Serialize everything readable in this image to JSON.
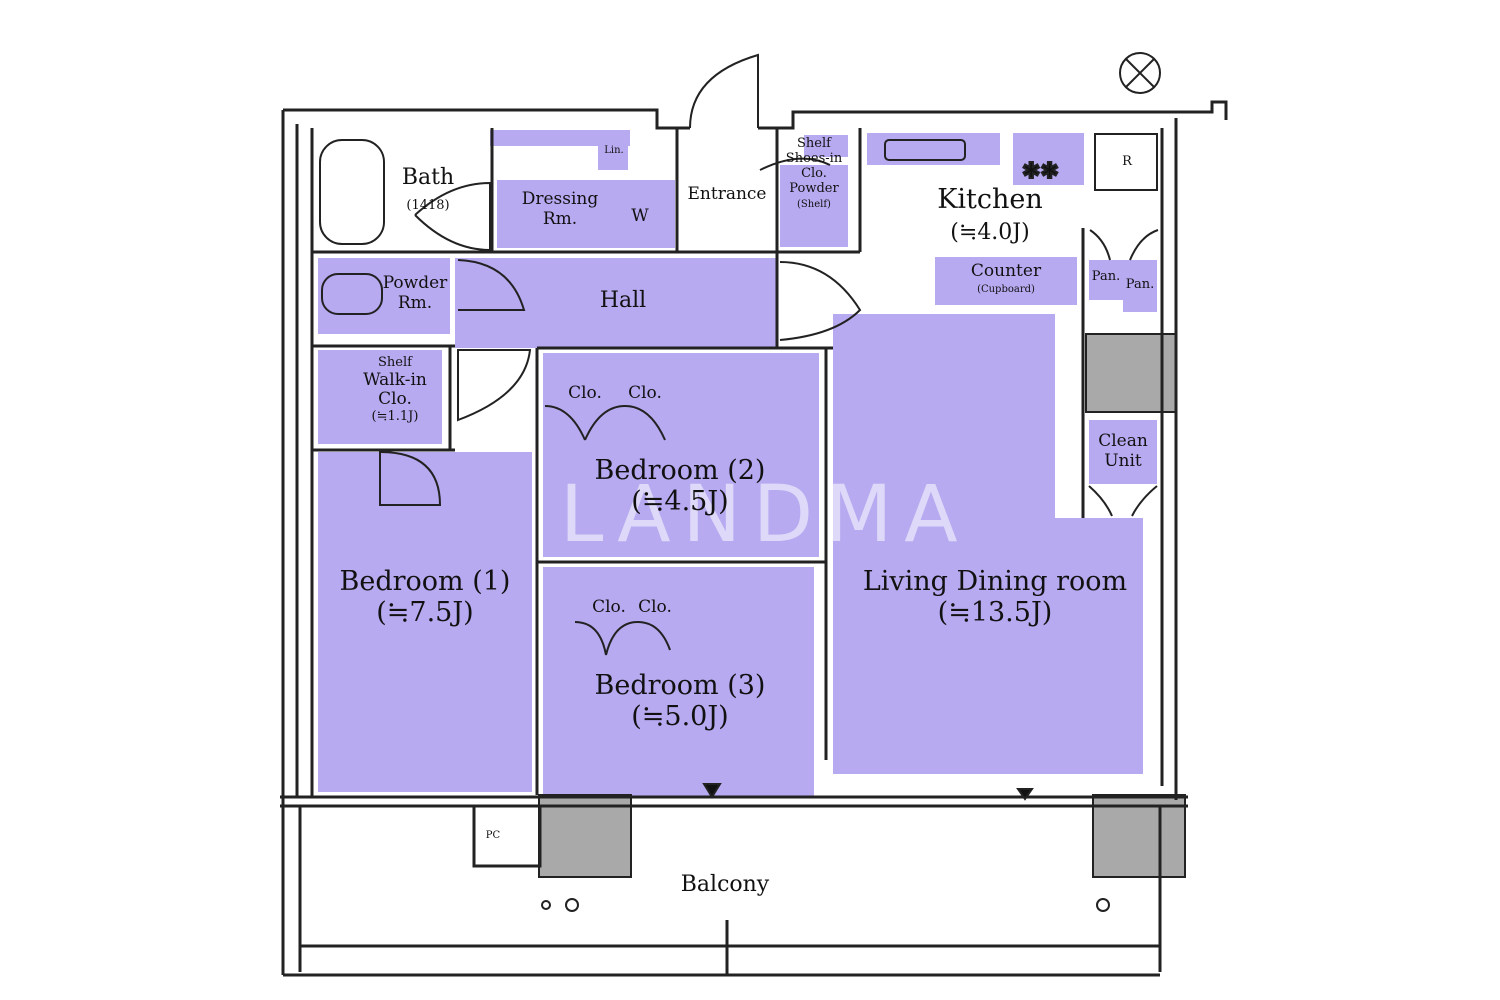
{
  "colors": {
    "room_fill": "#b7aaf0",
    "fixture_fill": "#c2b6f3",
    "wall": "#222222",
    "column": "#a9a9a9",
    "background": "#ffffff"
  },
  "watermark": "LANDMA",
  "rooms": {
    "bath": {
      "name": "Bath",
      "size": "(1418)"
    },
    "dressing": {
      "name": "Dressing",
      "sub": "Rm."
    },
    "washer": {
      "name": "W"
    },
    "linen": {
      "name": "Lin."
    },
    "entrance": {
      "name": "Entrance"
    },
    "shoes_closet": {
      "shelf": "Shelf",
      "line1": "Shoes-in",
      "line2": "Clo.",
      "line3": "Powder",
      "line4": "(Shelf)"
    },
    "kitchen": {
      "name": "Kitchen",
      "size": "(≒4.0J)"
    },
    "counter": {
      "name": "Counter",
      "sub": "(Cupboard)"
    },
    "pantry_1": {
      "name": "Pan."
    },
    "pantry_2": {
      "name": "Pan."
    },
    "fridge": {
      "name": "R"
    },
    "hall": {
      "name": "Hall"
    },
    "powder_room": {
      "name": "Powder",
      "sub": "Rm."
    },
    "walk_in_closet": {
      "shelf": "Shelf",
      "line1": "Walk-in",
      "line2": "Clo.",
      "size": "(≒1.1J)"
    },
    "bedroom_1": {
      "name": "Bedroom (1)",
      "size": "(≒7.5J)"
    },
    "bedroom_2": {
      "name": "Bedroom (2)",
      "size": "(≒4.5J)",
      "closet_1": "Clo.",
      "closet_2": "Clo."
    },
    "bedroom_3": {
      "name": "Bedroom (3)",
      "size": "(≒5.0J)",
      "closet_1": "Clo.",
      "closet_2": "Clo."
    },
    "living_dining": {
      "name": "Living Dining room",
      "size": "(≒13.5J)"
    },
    "clean_unit": {
      "line1": "Clean",
      "line2": "Unit"
    },
    "balcony": {
      "name": "Balcony"
    },
    "pc": {
      "name": "PC"
    }
  }
}
